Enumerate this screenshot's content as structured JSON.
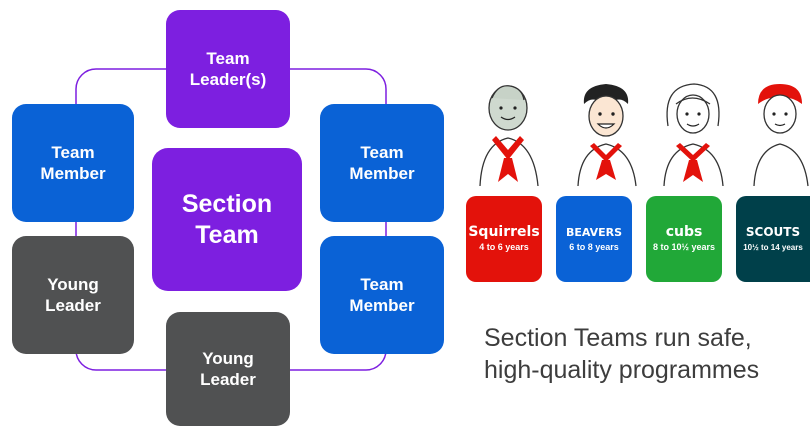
{
  "diagram": {
    "center": "Section\nTeam",
    "top": "Team\nLeader(s)",
    "left_member": "Team\nMember",
    "right_member_upper": "Team\nMember",
    "right_member_lower": "Team\nMember",
    "left_young_leader": "Young\nLeader",
    "bottom_young_leader": "Young\nLeader"
  },
  "sections": [
    {
      "name": "Squirrels",
      "ages": "4 to 6 years",
      "color": "#e3120b"
    },
    {
      "name": "BEAVERS",
      "ages": "6 to 8 years",
      "color": "#0a62d6"
    },
    {
      "name": "cubs",
      "ages": "8 to 10½ years",
      "color": "#21a838"
    },
    {
      "name": "SCOUTS",
      "ages": "10½ to 14 years",
      "color": "#00404a"
    }
  ],
  "tagline": "Section Teams run safe,\nhigh-quality programmes",
  "colors": {
    "leader": "#7d1fe0",
    "member": "#0a62d6",
    "young_leader": "#505152",
    "connector": "#7d1fe0"
  },
  "icons": [
    "squirrel-child-icon",
    "beaver-child-icon",
    "cub-child-icon",
    "scout-child-icon"
  ]
}
